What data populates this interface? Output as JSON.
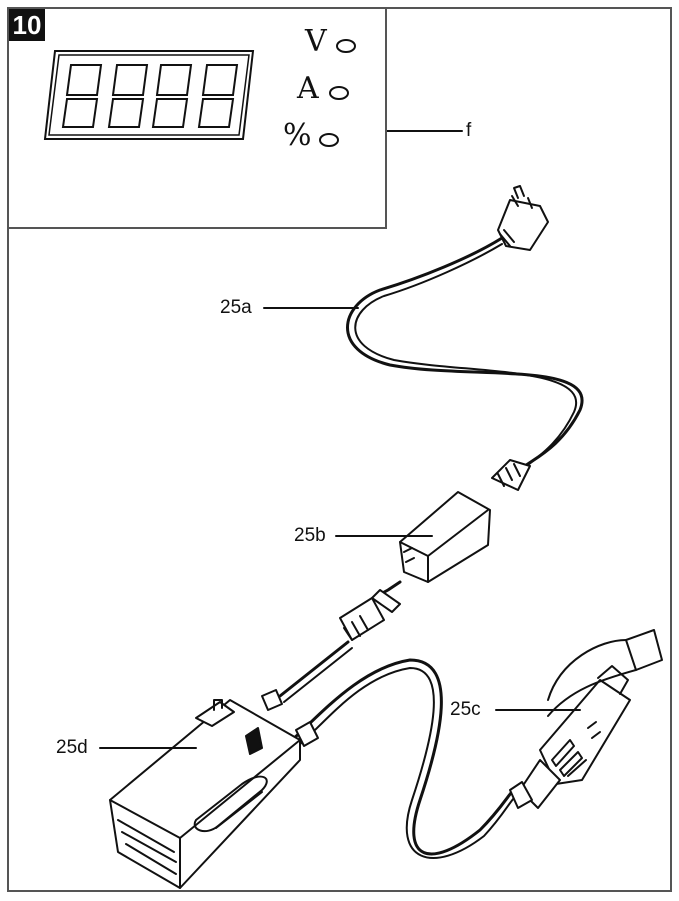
{
  "figure": {
    "number": "10"
  },
  "display": {
    "indicators": [
      {
        "symbol": "V"
      },
      {
        "symbol": "A"
      },
      {
        "symbol": "%"
      }
    ]
  },
  "callouts": {
    "f": "f",
    "cable": "25a",
    "adapter": "25b",
    "plug": "25c",
    "unit": "25d"
  }
}
